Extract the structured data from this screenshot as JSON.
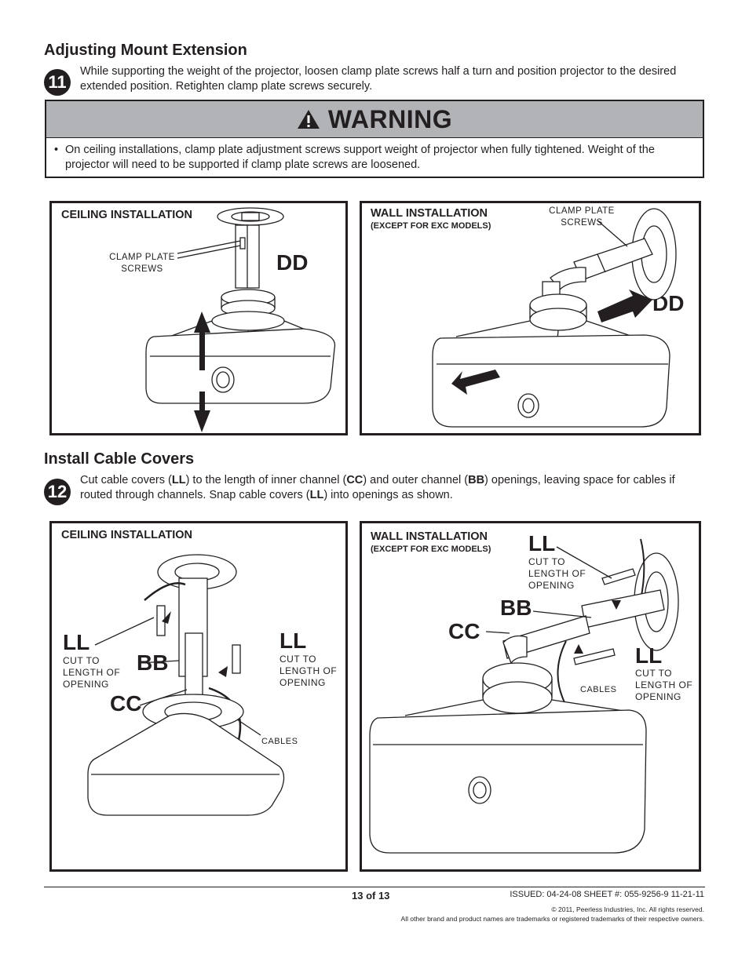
{
  "section11": {
    "heading": "Adjusting Mount Extension",
    "step": "11",
    "text": "While supporting the weight of the projector, loosen clamp plate screws half a turn and position projector to the desired extended position. Retighten clamp plate screws securely."
  },
  "warning": {
    "title": "WARNING",
    "bullet": "•",
    "text": "On ceiling installations, clamp plate adjustment screws support weight of projector when fully tightened. Weight of the projector will need to be supported if clamp plate screws are  loosened."
  },
  "panel1": {
    "title": "CEILING INSTALLATION",
    "label_clamp_1": "CLAMP PLATE",
    "label_clamp_2": "SCREWS",
    "part": "DD"
  },
  "panel2": {
    "title": "WALL INSTALLATION",
    "subtitle": "(EXCEPT FOR EXC MODELS)",
    "label_clamp_1": "CLAMP PLATE",
    "label_clamp_2": "SCREWS",
    "part": "DD"
  },
  "section12": {
    "heading": "Install Cable Covers",
    "step": "12",
    "t1": "Cut cable covers (",
    "b1": "LL",
    "t2": ") to the length of inner channel (",
    "b2": "CC",
    "t3": ") and outer channel (",
    "b3": "BB",
    "t4": ") openings, leaving space for cables if routed through channels. Snap cable covers (",
    "b4": "LL",
    "t5": ") into openings as shown."
  },
  "panel3": {
    "title": "CEILING INSTALLATION",
    "ll": "LL",
    "cut1": "CUT TO",
    "cut2": "LENGTH OF",
    "cut3": "OPENING",
    "bb": "BB",
    "cc": "CC",
    "cables": "CABLES"
  },
  "panel4": {
    "title": "WALL INSTALLATION",
    "subtitle": "(EXCEPT FOR EXC MODELS)",
    "ll": "LL",
    "cut1": "CUT TO",
    "cut2": "LENGTH OF",
    "cut3": "OPENING",
    "bb": "BB",
    "cc": "CC",
    "cables": "CABLES"
  },
  "footer": {
    "page": "13 of 13",
    "issued": "ISSUED: 04-24-08  SHEET #: 055-9256-9  11-21-11",
    "copyright": "© 2011, Peerless Industries, Inc. All rights reserved.",
    "trademarks": "All other brand and product names are trademarks or registered trademarks of their respective owners."
  }
}
